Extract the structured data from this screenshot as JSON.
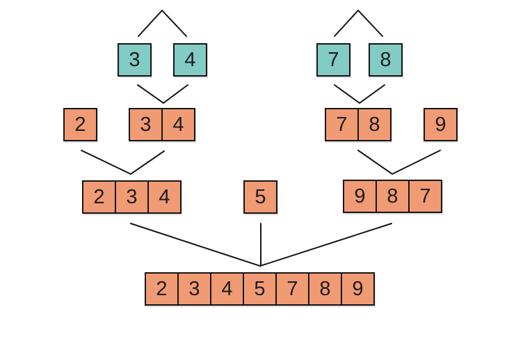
{
  "diagram": {
    "name": "merge-sort-visualization",
    "colors": {
      "leaf_box": "#82CCC5",
      "merged_box": "#F19B75",
      "outline": "#151515",
      "connector": "#151515",
      "background": "#ffffff"
    },
    "groups": [
      {
        "name": "left-leaf-3",
        "tone": "teal",
        "values": [
          "3"
        ]
      },
      {
        "name": "left-leaf-4",
        "tone": "teal",
        "values": [
          "4"
        ]
      },
      {
        "name": "right-leaf-7",
        "tone": "teal",
        "values": [
          "7"
        ]
      },
      {
        "name": "right-leaf-8",
        "tone": "teal",
        "values": [
          "8"
        ]
      },
      {
        "name": "left-single-2",
        "tone": "orange",
        "values": [
          "2"
        ]
      },
      {
        "name": "left-merged-3-4",
        "tone": "orange",
        "values": [
          "3",
          "4"
        ]
      },
      {
        "name": "right-merged-7-8",
        "tone": "orange",
        "values": [
          "7",
          "8"
        ]
      },
      {
        "name": "right-single-9",
        "tone": "orange",
        "values": [
          "9"
        ]
      },
      {
        "name": "left-merged-2-3-4",
        "tone": "orange",
        "values": [
          "2",
          "3",
          "4"
        ]
      },
      {
        "name": "middle-single-5",
        "tone": "orange",
        "values": [
          "5"
        ]
      },
      {
        "name": "right-merged-9-8-7",
        "tone": "orange",
        "values": [
          "9",
          "8",
          "7"
        ]
      },
      {
        "name": "final-merged-array",
        "tone": "orange",
        "values": [
          "2",
          "3",
          "4",
          "5",
          "7",
          "8",
          "9"
        ]
      }
    ]
  }
}
